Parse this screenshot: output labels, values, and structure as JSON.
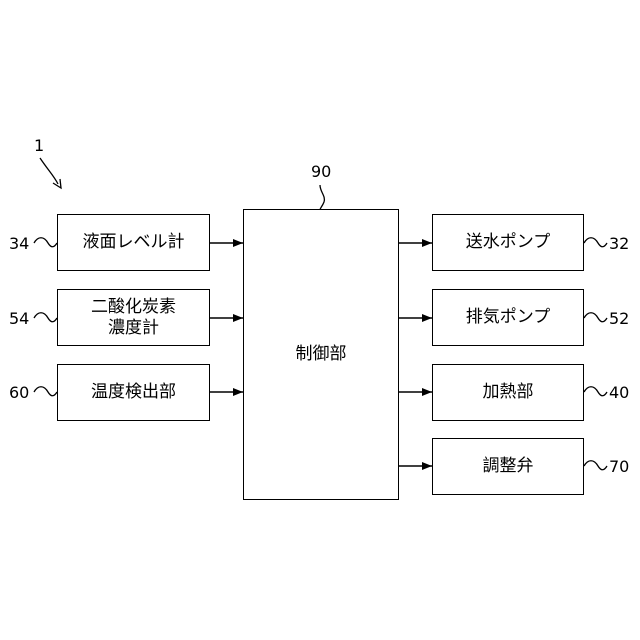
{
  "figure_ref": "1",
  "controller": {
    "label": "制御部",
    "ref": "90"
  },
  "inputs": [
    {
      "label": "液面レベル計",
      "ref": "34"
    },
    {
      "label": "二酸化炭素\n濃度計",
      "ref": "54"
    },
    {
      "label": "温度検出部",
      "ref": "60"
    }
  ],
  "outputs": [
    {
      "label": "送水ポンプ",
      "ref": "32"
    },
    {
      "label": "排気ポンプ",
      "ref": "52"
    },
    {
      "label": "加熱部",
      "ref": "40"
    },
    {
      "label": "調整弁",
      "ref": "70"
    }
  ]
}
